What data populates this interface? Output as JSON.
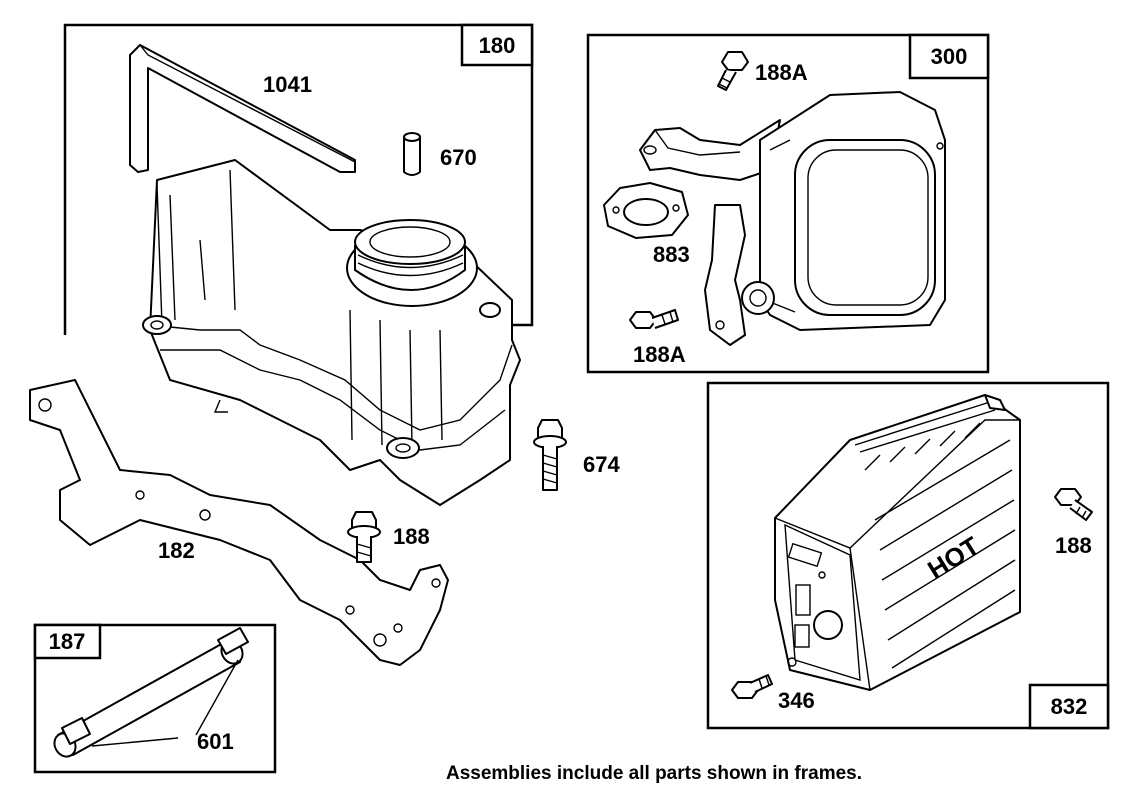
{
  "frames": [
    {
      "id": "180"
    },
    {
      "id": "300"
    },
    {
      "id": "187"
    },
    {
      "id": "832"
    }
  ],
  "parts": {
    "p1041": "1041",
    "p670": "670",
    "p188a_top": "188A",
    "p883": "883",
    "p188a_bottom": "188A",
    "p674": "674",
    "p182": "182",
    "p188_left": "188",
    "p188_right": "188",
    "p346": "346",
    "p601": "601"
  },
  "stamp": "HOT",
  "footnote": "Assemblies include all parts shown in frames."
}
